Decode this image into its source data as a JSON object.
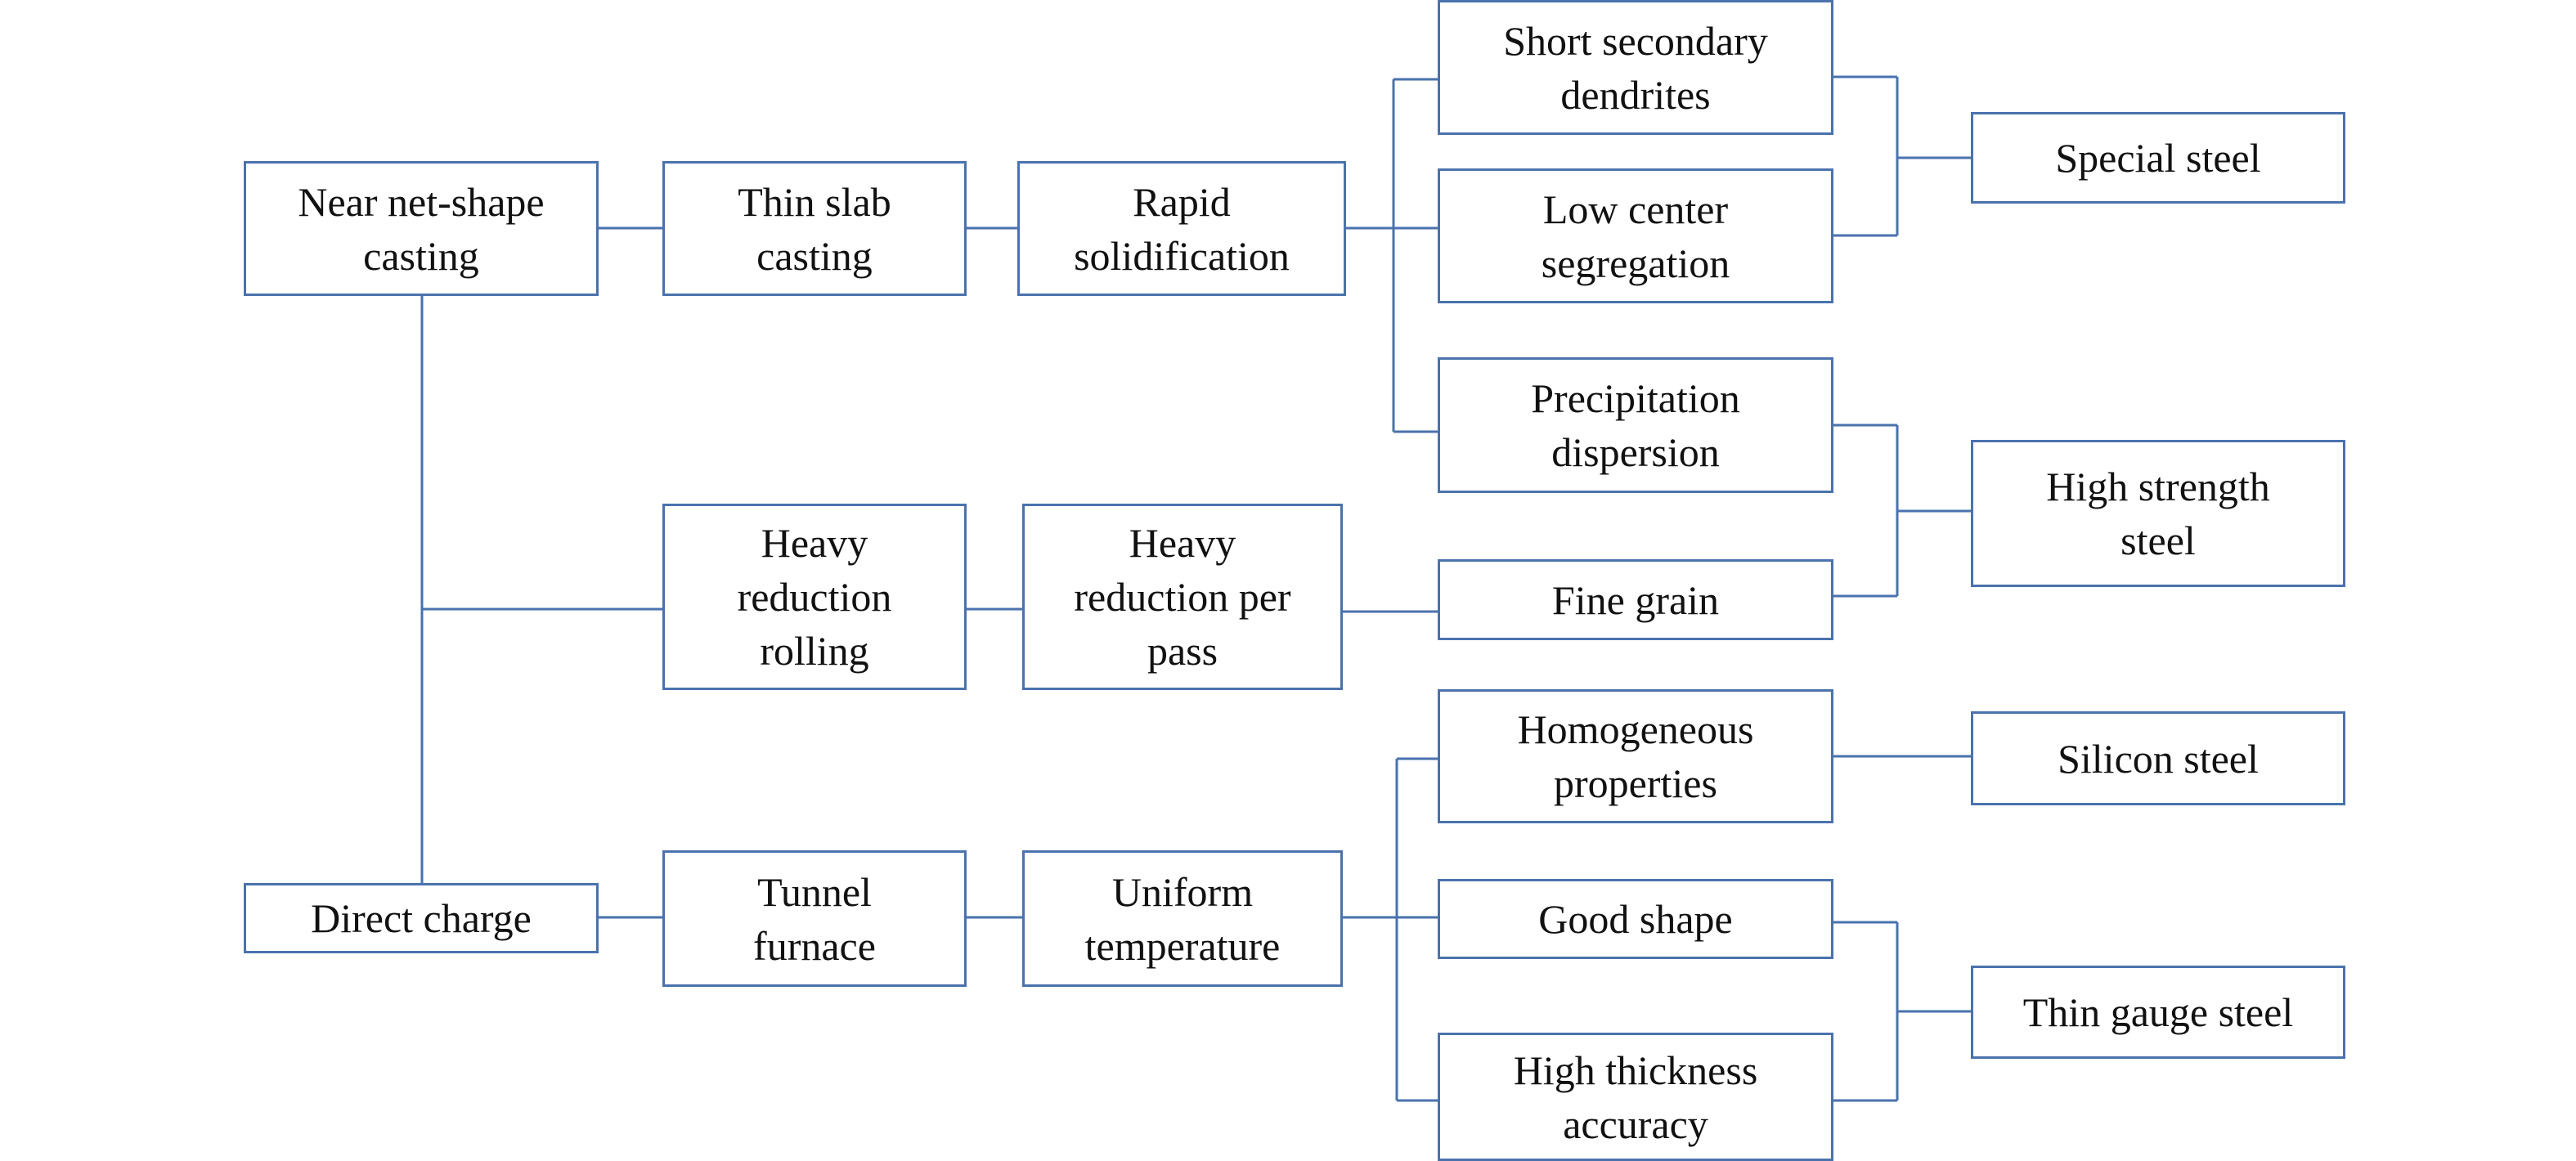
{
  "nodes": {
    "near_net_shape_casting": [
      "Near net-shape",
      "casting"
    ],
    "direct_charge": [
      "Direct charge"
    ],
    "thin_slab_casting": [
      "Thin slab",
      "casting"
    ],
    "heavy_reduction_rolling": [
      "Heavy",
      "reduction",
      "rolling"
    ],
    "tunnel_furnace": [
      "Tunnel",
      "furnace"
    ],
    "rapid_solidification": [
      "Rapid",
      "solidification"
    ],
    "heavy_reduction_per_pass": [
      "Heavy",
      "reduction per",
      "pass"
    ],
    "uniform_temperature": [
      "Uniform",
      "temperature"
    ],
    "short_secondary_dendrites": [
      "Short secondary",
      "dendrites"
    ],
    "low_center_segregation": [
      "Low center",
      "segregation"
    ],
    "precipitation_dispersion": [
      "Precipitation",
      "dispersion"
    ],
    "fine_grain": [
      "Fine grain"
    ],
    "homogeneous_properties": [
      "Homogeneous",
      "properties"
    ],
    "good_shape": [
      "Good shape"
    ],
    "high_thickness_accuracy": [
      "High thickness",
      "accuracy"
    ],
    "special_steel": [
      "Special steel"
    ],
    "high_strength_steel": [
      "High strength",
      "steel"
    ],
    "silicon_steel": [
      "Silicon steel"
    ],
    "thin_gauge_steel": [
      "Thin gauge steel"
    ]
  },
  "colors": {
    "line": "#4a72ad",
    "box_border": "#4a72ad",
    "text": "#111111",
    "background": "#ffffff"
  }
}
